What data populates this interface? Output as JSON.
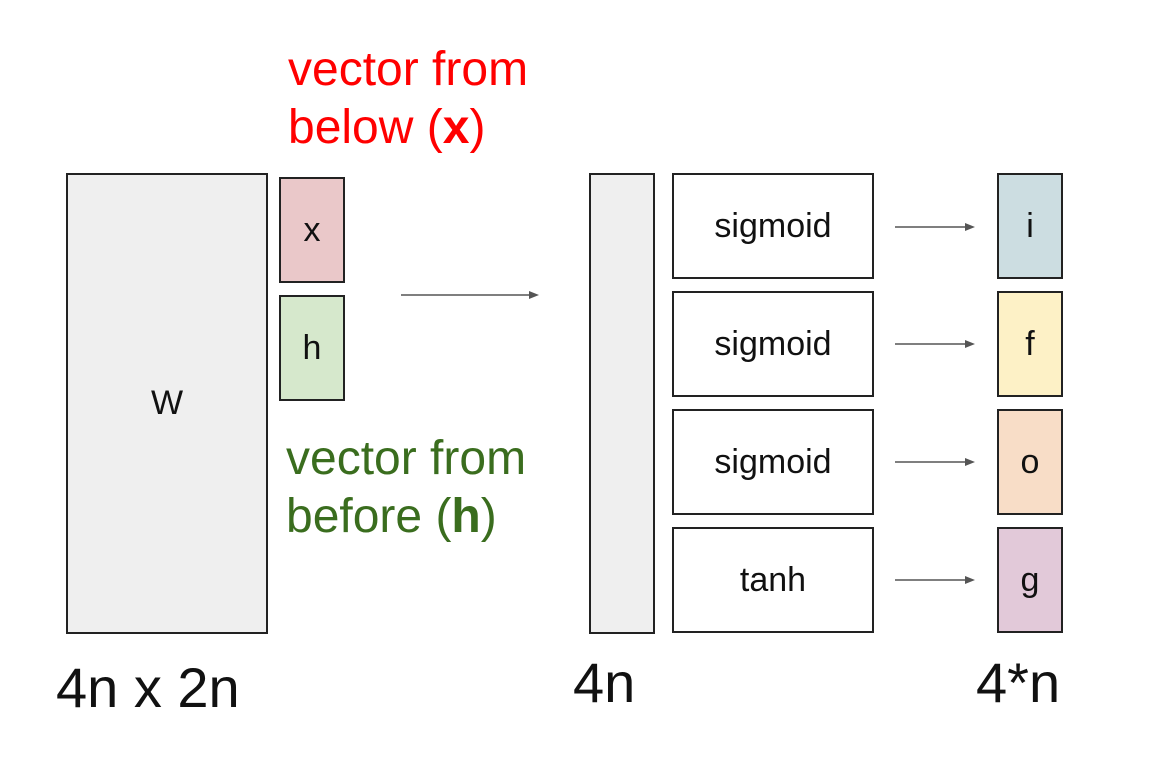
{
  "left": {
    "matrix_label": "W",
    "x_label": "x",
    "h_label": "h",
    "dims_label": "4n x 2n"
  },
  "annotations": {
    "x_caption": {
      "line1": "vector from",
      "line2_prefix": "below (",
      "line2_bold": "x",
      "line2_suffix": ")"
    },
    "h_caption": {
      "line1": "vector from",
      "line2_prefix": "before (",
      "line2_bold": "h",
      "line2_suffix": ")"
    }
  },
  "middle": {
    "dims_label": "4n"
  },
  "activations": [
    {
      "fn": "sigmoid",
      "out": "i"
    },
    {
      "fn": "sigmoid",
      "out": "f"
    },
    {
      "fn": "sigmoid",
      "out": "o"
    },
    {
      "fn": "tanh",
      "out": "g"
    }
  ],
  "output": {
    "dims_label": "4*n"
  },
  "colors": {
    "matrix_fill": "#efefef",
    "x_fill": "#eac8c9",
    "h_fill": "#d6e8cc",
    "i_fill": "#ccdde1",
    "f_fill": "#fdf1c6",
    "o_fill": "#f8ddc7",
    "g_fill": "#e2c9d9",
    "x_caption": "#ff0000",
    "h_caption": "#3a6d1e",
    "arrow": "#555555"
  }
}
